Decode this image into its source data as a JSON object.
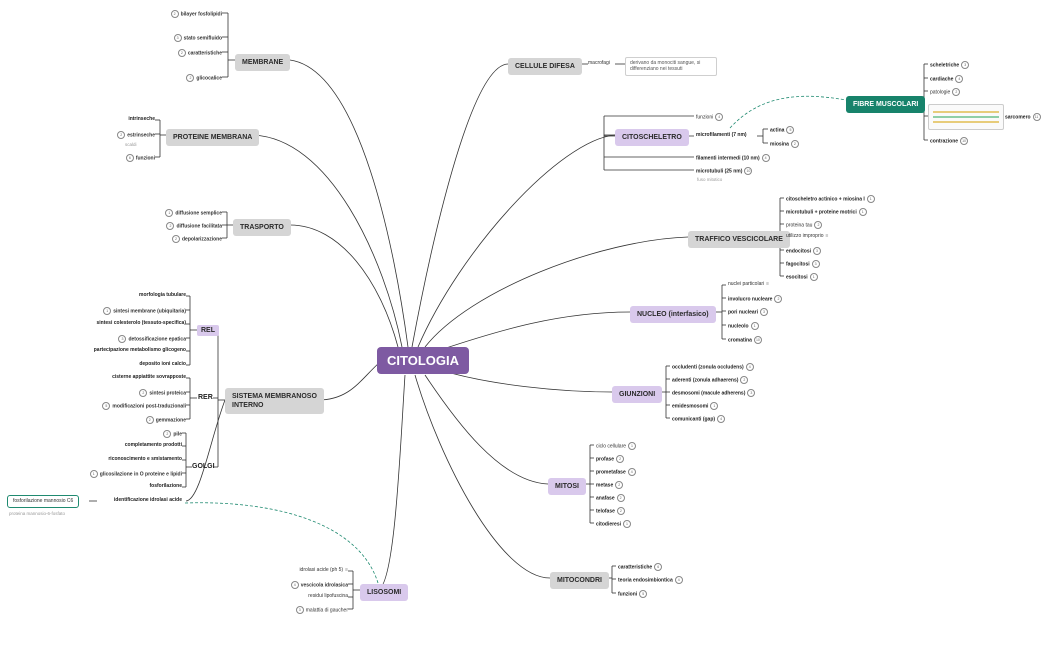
{
  "central": {
    "label": "CITOLOGIA"
  },
  "membrane": {
    "title": "MEMBRANE",
    "items": [
      {
        "label": "bilayer fosfolipidi",
        "count": "2"
      },
      {
        "label": "stato semifluido",
        "count": "3"
      },
      {
        "label": "caratteristiche",
        "count": "2"
      },
      {
        "label": "glicocalice",
        "count": "2"
      }
    ]
  },
  "proteine_membrana": {
    "title": "PROTEINE MEMBRANA",
    "items": [
      {
        "label": "intrinseche",
        "count": ""
      },
      {
        "label": "estrinseche",
        "count": "2"
      },
      {
        "label": "funzioni",
        "count": "6"
      }
    ],
    "note": "scaldi"
  },
  "trasporto": {
    "title": "TRASPORTO",
    "items": [
      {
        "label": "diffusione semplice",
        "count": "1"
      },
      {
        "label": "diffusione facilitata",
        "count": "2"
      },
      {
        "label": "depolarizzazione",
        "count": "2"
      }
    ]
  },
  "sistema": {
    "title_line1": "SISTEMA MEMBRANOSO",
    "title_line2": "INTERNO",
    "rel": {
      "title": "REL",
      "items": [
        {
          "label": "morfologia tubulare",
          "count": ""
        },
        {
          "label": "sintesi membrane (ubiquitaria)",
          "count": "1"
        },
        {
          "label": "sintesi colesterolo (tessuto-specifica)",
          "count": ""
        },
        {
          "label": "detossificazione epatica",
          "count": "3"
        },
        {
          "label": "partecipazione metabolismo glicogeno",
          "count": ""
        },
        {
          "label": "deposito ioni calcio",
          "count": ""
        }
      ]
    },
    "rer": {
      "title": "RER",
      "items": [
        {
          "label": "cisterne appiattite sovrapposte",
          "count": ""
        },
        {
          "label": "sintesi proteica",
          "count": "2"
        },
        {
          "label": "modificazioni post-traduzionali",
          "count": "5"
        },
        {
          "label": "gemmazione",
          "count": "2"
        }
      ]
    },
    "golgi": {
      "title": "GOLGI",
      "items": [
        {
          "label": "pile",
          "count": "2"
        },
        {
          "label": "completamento prodotti",
          "count": ""
        },
        {
          "label": "riconoscimento e smistamento",
          "count": ""
        },
        {
          "label": "glicosilazione in O proteine e lipidi",
          "count": "1"
        },
        {
          "label": "fosforilazione",
          "count": ""
        }
      ]
    },
    "identificazione": "identificazione idrolasi acide",
    "fosfo_box": "fosforilazione mannosio C6",
    "fosfo_note": "proteina mannosio-6-fosfato"
  },
  "lisosomi": {
    "title": "LISOSOMI",
    "items": [
      {
        "label": "idrolasi acide (ph 5)",
        "count": "",
        "note_icon": "≡"
      },
      {
        "label": "vescicola idrolasica",
        "count": "4"
      },
      {
        "label": "residui lipofuscina",
        "count": ""
      },
      {
        "label": "malattia di gaucher",
        "count": "3"
      }
    ]
  },
  "cellule_difesa": {
    "title": "CELLULE DIFESA",
    "child": "macrofagi",
    "desc": "derivano da monociti sangue, si differenziano nei tessuti"
  },
  "citoscheletro": {
    "title": "CITOSCHELETRO",
    "items": [
      {
        "label": "funzioni",
        "count": "4"
      },
      {
        "label": "microfilamenti (7 nm)",
        "count": ""
      },
      {
        "label": "filamenti intermedi (10 nm)",
        "count": "4"
      },
      {
        "label": "microtubuli (25 nm)",
        "count": "10"
      }
    ],
    "actina": {
      "label": "actina",
      "count": "5"
    },
    "miosina": {
      "label": "miosina",
      "count": "2"
    },
    "note": "fuso mitotico"
  },
  "fibre_muscolari": {
    "title": "FIBRE MUSCOLARI",
    "items": [
      {
        "label": "scheletriche",
        "count": "3"
      },
      {
        "label": "cardiache",
        "count": "4"
      },
      {
        "label": "patologie",
        "count": "2"
      },
      {
        "label": "contrazione",
        "count": "10"
      }
    ],
    "sarcomero": {
      "label": "sarcomero",
      "count": "11"
    }
  },
  "traffico": {
    "title": "TRAFFICO VESCICOLARE",
    "items": [
      {
        "label": "citoscheletro actinico + miosina I",
        "count": "1"
      },
      {
        "label": "microtubuli + proteine motrici",
        "count": "1"
      },
      {
        "label": "proteina tau",
        "count": "2"
      },
      {
        "label": "utilizzo improprio",
        "count": "",
        "note_icon": "≡"
      },
      {
        "label": "endocitosi",
        "count": "3"
      },
      {
        "label": "fagocitosi",
        "count": "3"
      },
      {
        "label": "esocitosi",
        "count": "1"
      }
    ]
  },
  "nucleo": {
    "title": "NUCLEO (interfasico)",
    "items": [
      {
        "label": "nuclei particolari",
        "count": "",
        "note_icon": "≡"
      },
      {
        "label": "involucro nucleare",
        "count": "2"
      },
      {
        "label": "pori nucleari",
        "count": "3"
      },
      {
        "label": "nucleolo",
        "count": "1"
      },
      {
        "label": "cromatina",
        "count": "10"
      }
    ]
  },
  "giunzioni": {
    "title": "GIUNZIONI",
    "items": [
      {
        "label": "occludenti (zonula occludens)",
        "count": "4"
      },
      {
        "label": "aderenti (zonula adhaerens)",
        "count": "2"
      },
      {
        "label": "desmosomi (macule adherens)",
        "count": "3"
      },
      {
        "label": "emidesmosomi",
        "count": "1"
      },
      {
        "label": "comunicanti (gap)",
        "count": "4"
      }
    ]
  },
  "mitosi": {
    "title": "MITOSI",
    "items": [
      {
        "label": "ciclo cellulare",
        "count": "1"
      },
      {
        "label": "profase",
        "count": "2"
      },
      {
        "label": "prometafase",
        "count": "4"
      },
      {
        "label": "metase",
        "count": "2"
      },
      {
        "label": "anafase",
        "count": "2"
      },
      {
        "label": "telofase",
        "count": "2"
      },
      {
        "label": "citodieresi",
        "count": "1"
      }
    ]
  },
  "mitocondri": {
    "title": "MITOCONDRI",
    "items": [
      {
        "label": "caratteristiche",
        "count": "6"
      },
      {
        "label": "teoria endosimbiontica",
        "count": "4"
      },
      {
        "label": "funzioni",
        "count": "5"
      }
    ]
  },
  "colors": {
    "central": "#7e5aa2",
    "purple_topic": "#d9c9ec",
    "grey_topic": "#d5d5d5",
    "teal_topic": "#17836b",
    "line": "#333333",
    "dashed": "#1f8a70"
  }
}
